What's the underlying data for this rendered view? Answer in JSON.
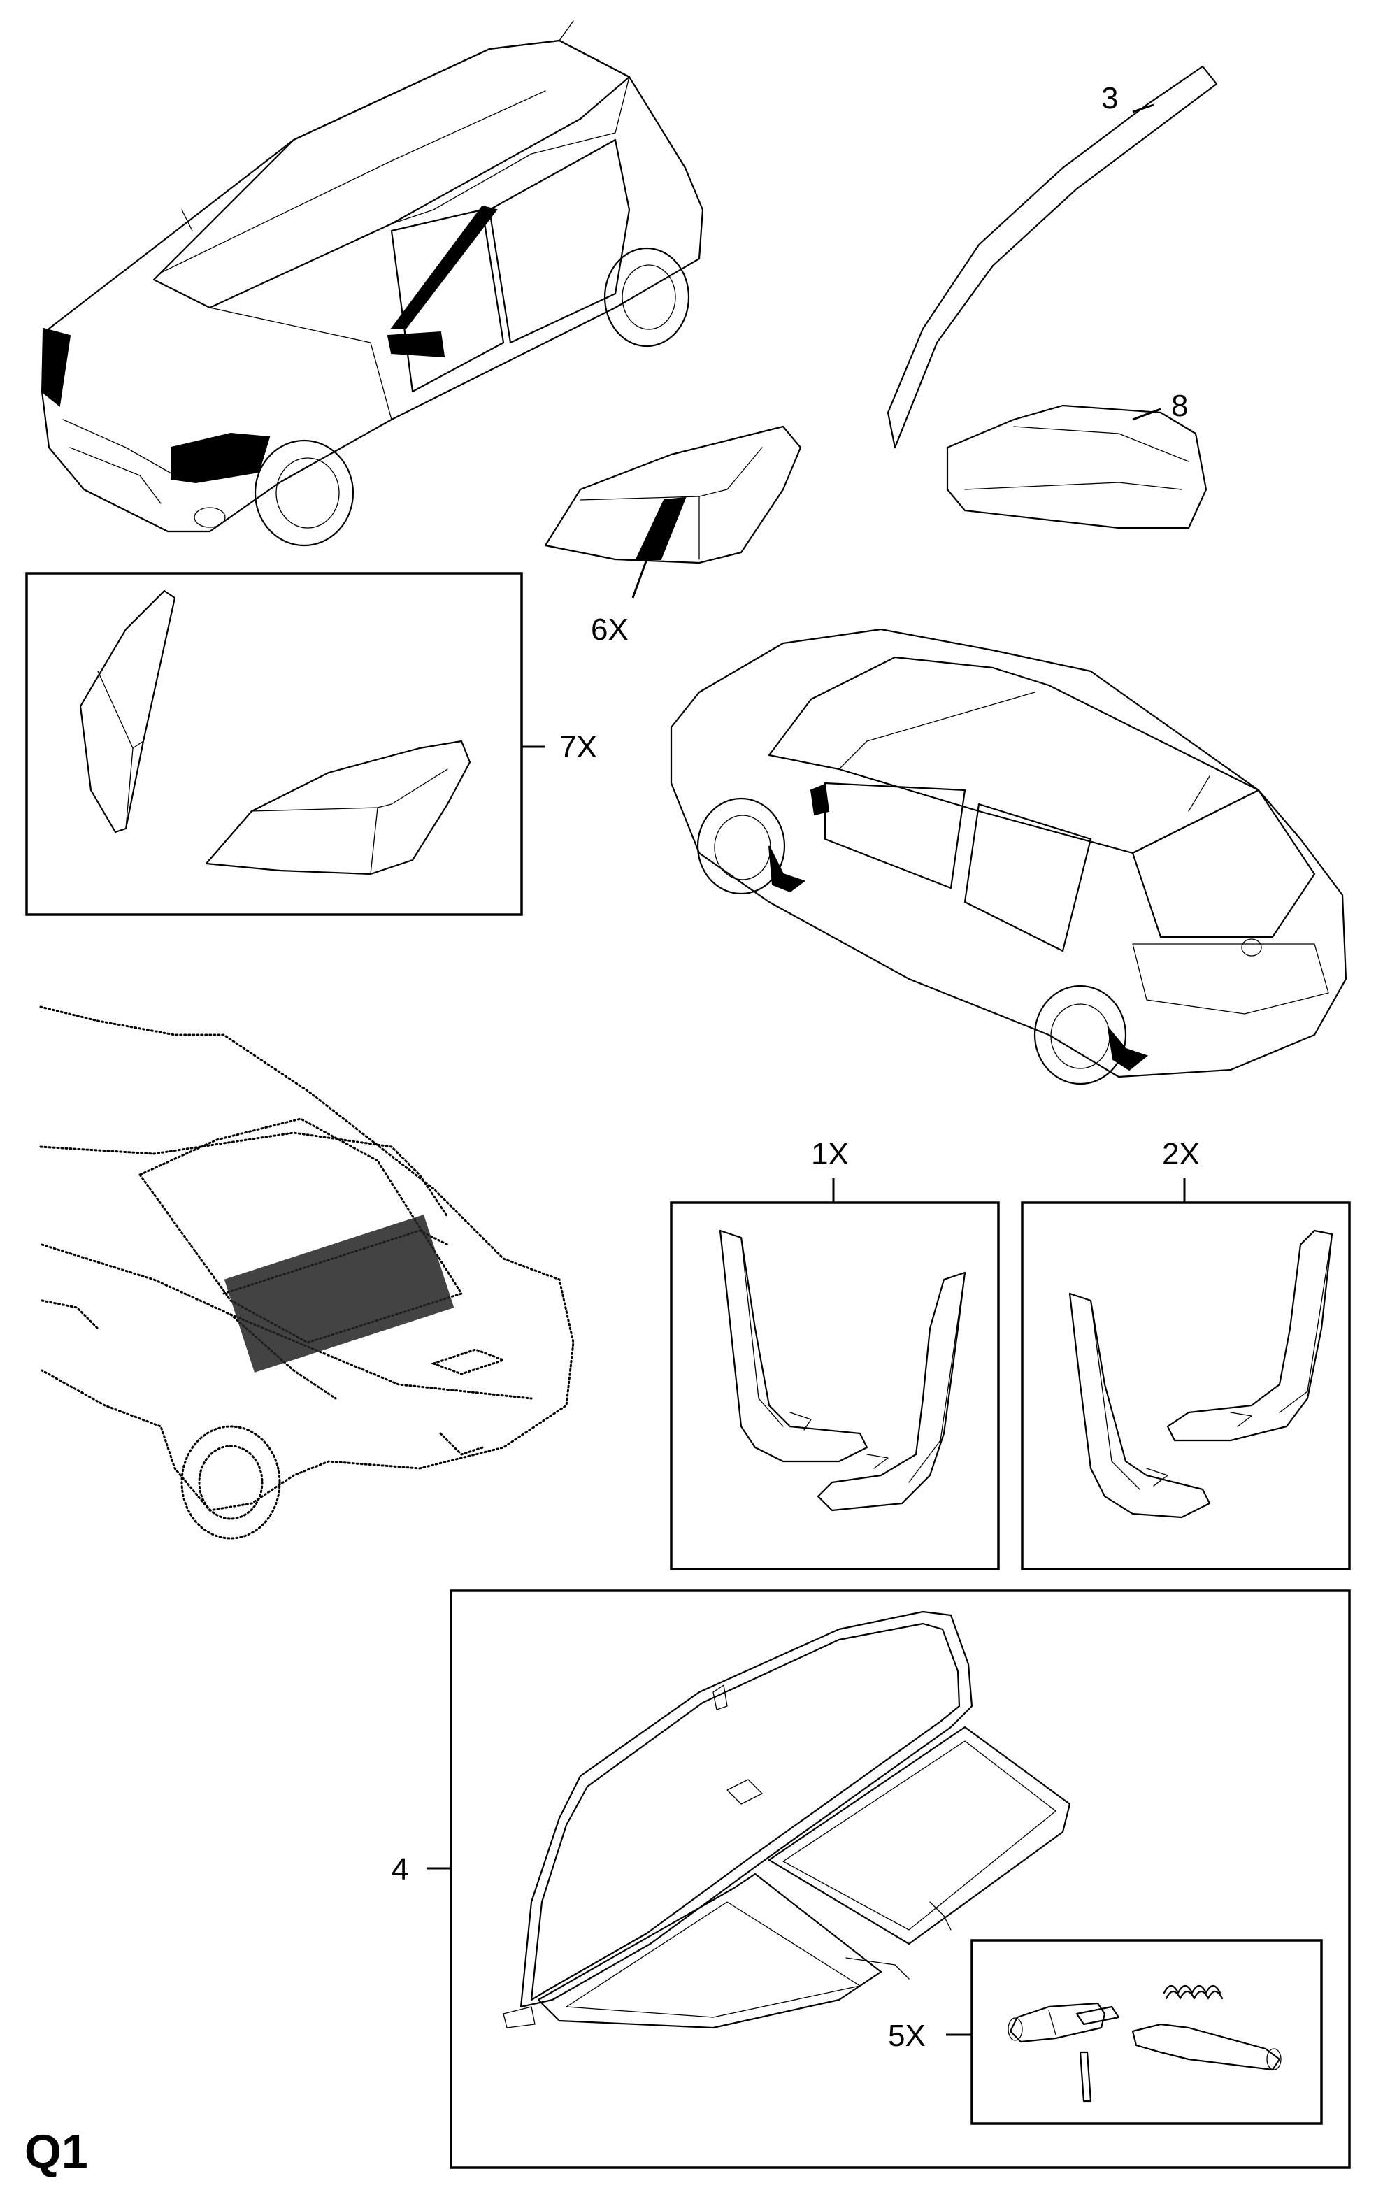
{
  "diagram": {
    "code": "Q1",
    "callouts": {
      "c1": "1X",
      "c2": "2X",
      "c3": "3",
      "c4": "4",
      "c5": "5X",
      "c6": "6X",
      "c7": "7X",
      "c8": "8"
    }
  }
}
